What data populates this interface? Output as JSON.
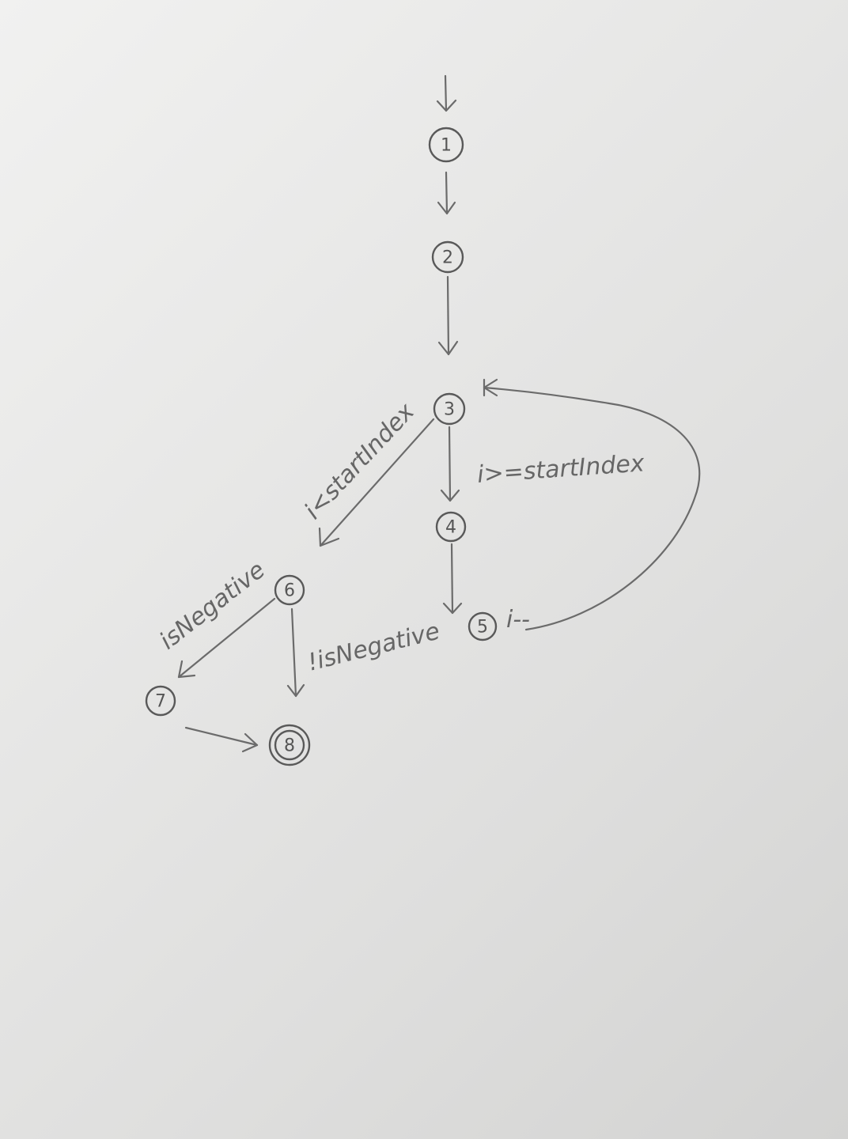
{
  "diagram": {
    "nodes": [
      {
        "id": "n1",
        "label": "1"
      },
      {
        "id": "n2",
        "label": "2"
      },
      {
        "id": "n3",
        "label": "3"
      },
      {
        "id": "n4",
        "label": "4"
      },
      {
        "id": "n5",
        "label": "5"
      },
      {
        "id": "n6",
        "label": "6"
      },
      {
        "id": "n7",
        "label": "7"
      },
      {
        "id": "n8",
        "label": "8",
        "final": true
      }
    ],
    "edges": [
      {
        "from": "start",
        "to": "n1",
        "label": ""
      },
      {
        "from": "n1",
        "to": "n2",
        "label": ""
      },
      {
        "from": "n2",
        "to": "n3",
        "label": ""
      },
      {
        "from": "n3",
        "to": "n4",
        "label": "i>=startIndex"
      },
      {
        "from": "n3",
        "to": "n6",
        "label": "i<startIndex"
      },
      {
        "from": "n4",
        "to": "n5",
        "label": ""
      },
      {
        "from": "n5",
        "to": "n3",
        "label": "i--"
      },
      {
        "from": "n6",
        "to": "n7",
        "label": "isNegative"
      },
      {
        "from": "n6",
        "to": "n8",
        "label": "!isNegative"
      },
      {
        "from": "n7",
        "to": "n8",
        "label": ""
      }
    ]
  }
}
